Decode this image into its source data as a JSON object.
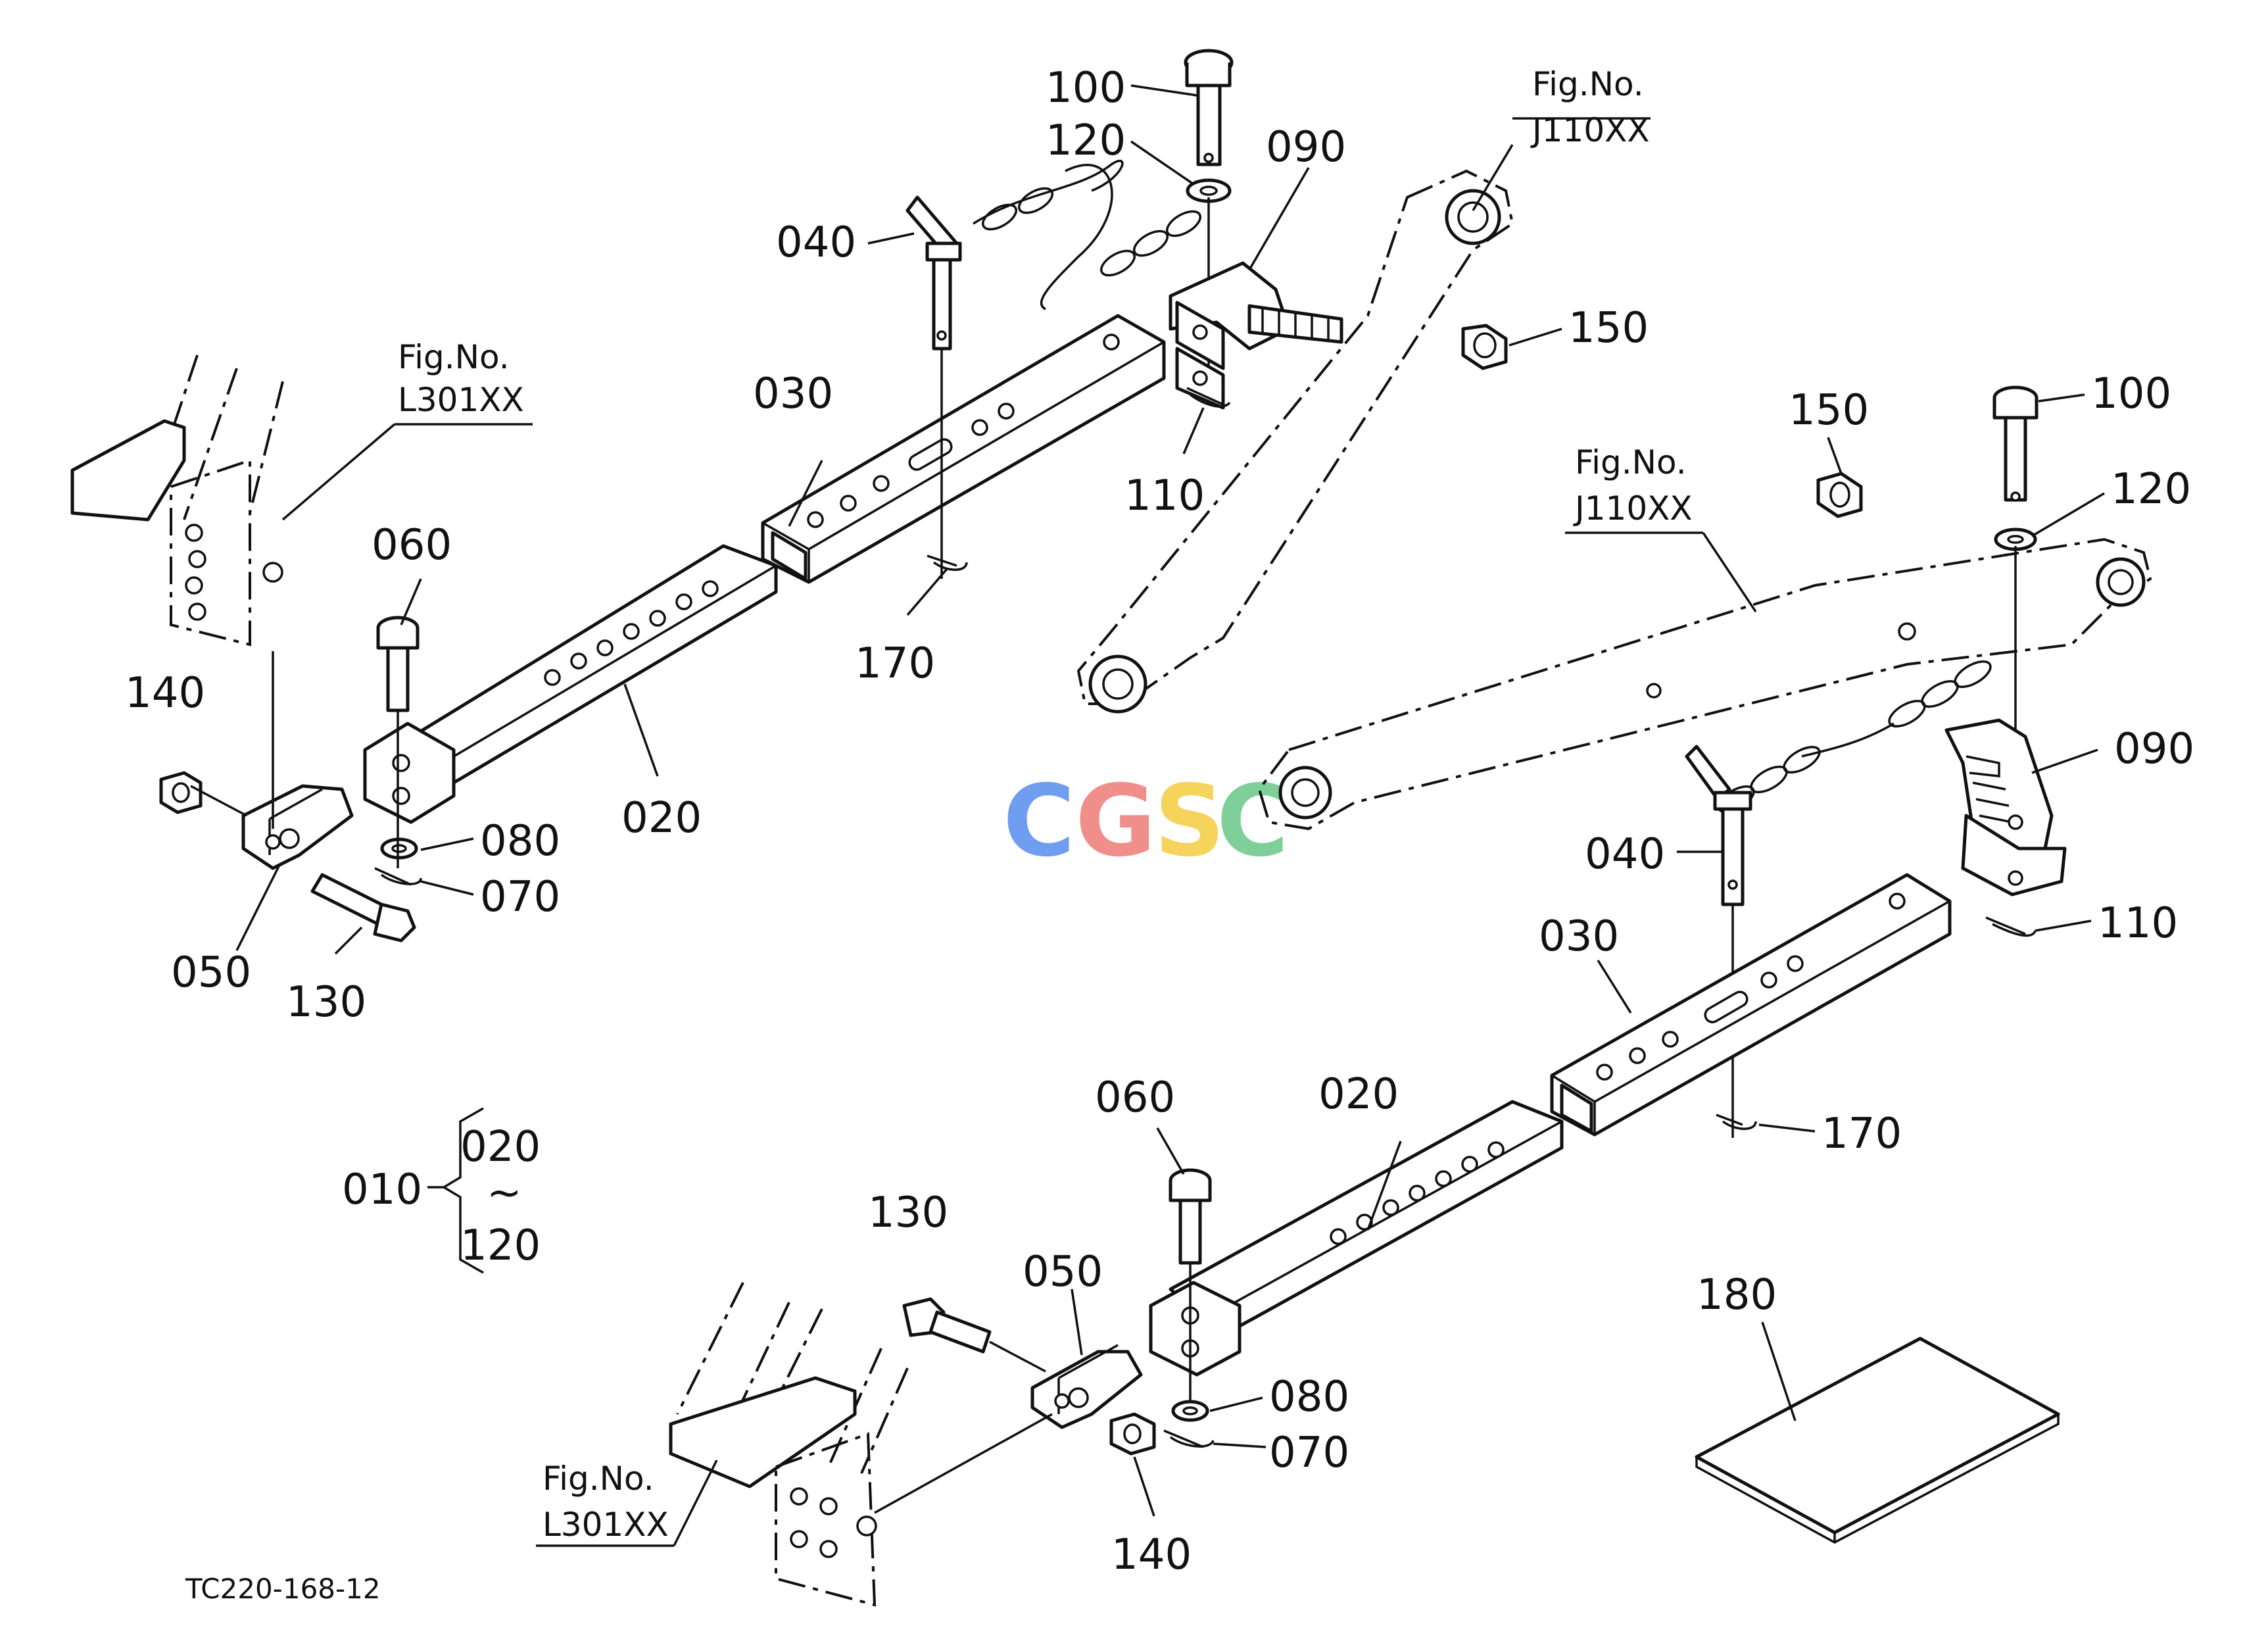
{
  "callouts": {
    "c100_top": "100",
    "c120_top": "120",
    "c090_top": "090",
    "c040_top": "040",
    "c150_top": "150",
    "c030_top": "030",
    "c110_top": "110",
    "c170_top": "170",
    "c060_left": "060",
    "c140_left": "140",
    "c020_left": "020",
    "c080_left": "080",
    "c070_left": "070",
    "c050_left": "050",
    "c130_left": "130",
    "c150_right": "150",
    "c100_right": "100",
    "c120_right": "120",
    "c090_right": "090",
    "c040_right": "040",
    "c110_right": "110",
    "c030_right": "030",
    "c170_right": "170",
    "c060_bottom": "060",
    "c020_bottom": "020",
    "c130_bottom": "130",
    "c050_bottom": "050",
    "c080_bottom": "080",
    "c070_bottom": "070",
    "c140_bottom": "140",
    "c180": "180"
  },
  "fig_refs": {
    "top_j": {
      "line1": "Fig.No.",
      "line2": "J110XX"
    },
    "left_l": {
      "line1": "Fig.No.",
      "line2": "L301XX"
    },
    "mid_j": {
      "line1": "Fig.No.",
      "line2": "J110XX"
    },
    "bottom_l": {
      "line1": "Fig.No.",
      "line2": "L301XX"
    }
  },
  "assembly": {
    "parent": "010",
    "from": "020",
    "tilde": "~",
    "to": "120"
  },
  "drawing_code": "TC220-168-12",
  "watermark": {
    "letters": [
      "C",
      "G",
      "S",
      "C"
    ],
    "colors": [
      "#6f9ef0",
      "#f08f8a",
      "#f6d35a",
      "#7fcf9a"
    ]
  }
}
